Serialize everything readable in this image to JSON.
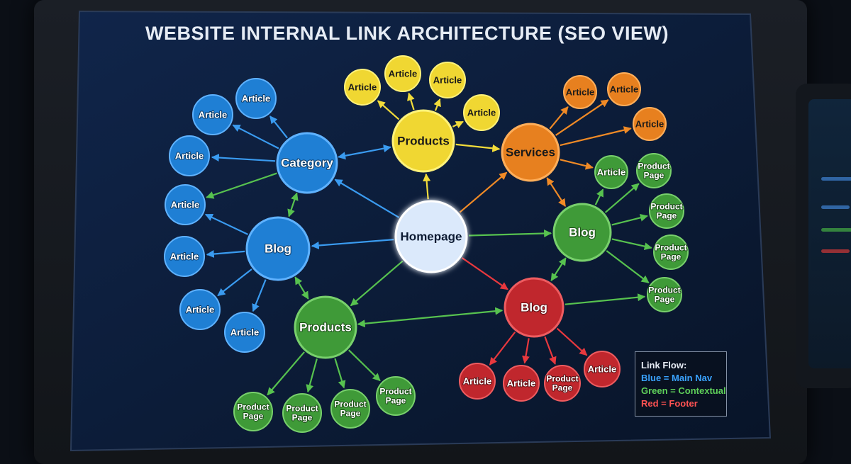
{
  "title": "WEBSITE INTERNAL LINK ARCHITECTURE (SEO VIEW)",
  "legend": {
    "heading": "Link Flow:",
    "items": [
      {
        "text": "Blue = Main Nav",
        "color": "#3aa3ff"
      },
      {
        "text": "Green = Contextual",
        "color": "#5fd05a"
      },
      {
        "text": "Red = Footer",
        "color": "#ff5252"
      }
    ]
  },
  "colors": {
    "blue": "#1f7fd4",
    "yellow": "#f0d732",
    "orange": "#e7801f",
    "green": "#3f9a38",
    "red": "#c0272d",
    "home": "#dbe9fb",
    "screen": "#0c1c38"
  },
  "nodes": [
    {
      "id": "home",
      "label": "Homepage",
      "group": "home"
    },
    {
      "id": "category",
      "label": "Category",
      "group": "blue"
    },
    {
      "id": "blog_blue",
      "label": "Blog",
      "group": "blue"
    },
    {
      "id": "products_top",
      "label": "Products",
      "group": "yellow"
    },
    {
      "id": "services",
      "label": "Services",
      "group": "orange"
    },
    {
      "id": "blog_green",
      "label": "Blog",
      "group": "green"
    },
    {
      "id": "blog_red",
      "label": "Blog",
      "group": "red"
    },
    {
      "id": "products_green",
      "label": "Products",
      "group": "green"
    },
    {
      "id": "b_a1",
      "label": "Article",
      "group": "blue"
    },
    {
      "id": "b_a2",
      "label": "Article",
      "group": "blue"
    },
    {
      "id": "b_a3",
      "label": "Article",
      "group": "blue"
    },
    {
      "id": "b_a4",
      "label": "Article",
      "group": "blue"
    },
    {
      "id": "b_a5",
      "label": "Article",
      "group": "blue"
    },
    {
      "id": "b_a6",
      "label": "Article",
      "group": "blue"
    },
    {
      "id": "b_a7",
      "label": "Article",
      "group": "blue"
    },
    {
      "id": "y_a1",
      "label": "Article",
      "group": "yellow"
    },
    {
      "id": "y_a2",
      "label": "Article",
      "group": "yellow"
    },
    {
      "id": "y_a3",
      "label": "Article",
      "group": "yellow"
    },
    {
      "id": "y_a4",
      "label": "Article",
      "group": "yellow"
    },
    {
      "id": "o_a1",
      "label": "Article",
      "group": "orange"
    },
    {
      "id": "o_a2",
      "label": "Article",
      "group": "orange"
    },
    {
      "id": "o_a3",
      "label": "Article",
      "group": "orange"
    },
    {
      "id": "g_a1",
      "label": "Article",
      "group": "green"
    },
    {
      "id": "g_p1",
      "label": "Product\nPage",
      "group": "green"
    },
    {
      "id": "g_p2",
      "label": "Product\nPage",
      "group": "green"
    },
    {
      "id": "g_p3",
      "label": "Product\nPage",
      "group": "green"
    },
    {
      "id": "g_p4",
      "label": "Product\nPage",
      "group": "green"
    },
    {
      "id": "r_a1",
      "label": "Article",
      "group": "red"
    },
    {
      "id": "r_a2",
      "label": "Article",
      "group": "red"
    },
    {
      "id": "r_p1",
      "label": "Product\nPage",
      "group": "red"
    },
    {
      "id": "r_a3",
      "label": "Article",
      "group": "red"
    },
    {
      "id": "pg_p1",
      "label": "Product\nPage",
      "group": "green"
    },
    {
      "id": "pg_p2",
      "label": "Product\nPage",
      "group": "green"
    },
    {
      "id": "pg_p3",
      "label": "Product\nPage",
      "group": "green"
    },
    {
      "id": "pg_p4",
      "label": "Product\nPage",
      "group": "green"
    }
  ],
  "edges": [
    {
      "from": "home",
      "to": "category",
      "color": "blue"
    },
    {
      "from": "home",
      "to": "blog_blue",
      "color": "blue"
    },
    {
      "from": "home",
      "to": "products_top",
      "color": "yellow"
    },
    {
      "from": "home",
      "to": "services",
      "color": "orange"
    },
    {
      "from": "home",
      "to": "blog_green",
      "color": "green"
    },
    {
      "from": "home",
      "to": "blog_red",
      "color": "red"
    },
    {
      "from": "home",
      "to": "products_green",
      "color": "green"
    },
    {
      "from": "category",
      "to": "products_top",
      "color": "blue",
      "both": true
    },
    {
      "from": "products_top",
      "to": "services",
      "color": "yellow"
    },
    {
      "from": "category",
      "to": "blog_blue",
      "color": "green",
      "both": true
    },
    {
      "from": "blog_blue",
      "to": "products_green",
      "color": "green",
      "both": true
    },
    {
      "from": "products_green",
      "to": "blog_red",
      "color": "green",
      "both": true
    },
    {
      "from": "services",
      "to": "blog_green",
      "color": "orange",
      "both": true
    },
    {
      "from": "blog_green",
      "to": "blog_red",
      "color": "green",
      "both": true
    },
    {
      "from": "category",
      "to": "b_a1",
      "color": "blue"
    },
    {
      "from": "category",
      "to": "b_a2",
      "color": "blue"
    },
    {
      "from": "category",
      "to": "b_a3",
      "color": "blue"
    },
    {
      "from": "category",
      "to": "b_a4",
      "color": "green"
    },
    {
      "from": "blog_blue",
      "to": "b_a4",
      "color": "blue"
    },
    {
      "from": "blog_blue",
      "to": "b_a5",
      "color": "blue"
    },
    {
      "from": "blog_blue",
      "to": "b_a6",
      "color": "blue"
    },
    {
      "from": "blog_blue",
      "to": "b_a7",
      "color": "blue"
    },
    {
      "from": "products_top",
      "to": "y_a1",
      "color": "yellow"
    },
    {
      "from": "products_top",
      "to": "y_a2",
      "color": "yellow"
    },
    {
      "from": "products_top",
      "to": "y_a3",
      "color": "yellow"
    },
    {
      "from": "products_top",
      "to": "y_a4",
      "color": "yellow"
    },
    {
      "from": "services",
      "to": "o_a1",
      "color": "orange"
    },
    {
      "from": "services",
      "to": "o_a2",
      "color": "orange"
    },
    {
      "from": "services",
      "to": "o_a3",
      "color": "orange"
    },
    {
      "from": "services",
      "to": "g_a1",
      "color": "orange"
    },
    {
      "from": "blog_green",
      "to": "g_a1",
      "color": "green"
    },
    {
      "from": "blog_green",
      "to": "g_p1",
      "color": "green"
    },
    {
      "from": "blog_green",
      "to": "g_p2",
      "color": "green"
    },
    {
      "from": "blog_green",
      "to": "g_p3",
      "color": "green"
    },
    {
      "from": "blog_green",
      "to": "g_p4",
      "color": "green"
    },
    {
      "from": "blog_red",
      "to": "g_p4",
      "color": "green"
    },
    {
      "from": "blog_red",
      "to": "r_a1",
      "color": "red"
    },
    {
      "from": "blog_red",
      "to": "r_a2",
      "color": "red"
    },
    {
      "from": "blog_red",
      "to": "r_p1",
      "color": "red"
    },
    {
      "from": "blog_red",
      "to": "r_a3",
      "color": "red"
    },
    {
      "from": "products_green",
      "to": "pg_p1",
      "color": "green"
    },
    {
      "from": "products_green",
      "to": "pg_p2",
      "color": "green"
    },
    {
      "from": "products_green",
      "to": "pg_p3",
      "color": "green"
    },
    {
      "from": "products_green",
      "to": "pg_p4",
      "color": "green"
    }
  ]
}
